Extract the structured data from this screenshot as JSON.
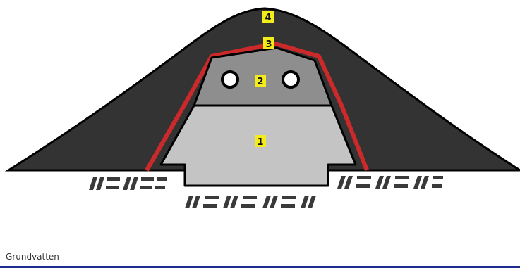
{
  "labels": {
    "layer_1": "1",
    "layer_2": "2",
    "layer_3": "3",
    "layer_4": "4"
  },
  "footer": {
    "groundwater_label": "Grundvatten"
  },
  "colors": {
    "outer_cover": "#333333",
    "liner_red": "#cc2a2a",
    "upper_chamber": "#8e8e8e",
    "lower_chamber": "#c4c4c4",
    "label_highlight": "#f3ec1a",
    "ground_hatch": "#3a3a3a",
    "footer_line": "#1e2a8c"
  },
  "icons": [
    "pipe-circle-left",
    "pipe-circle-right",
    "ground-hatch-symbol"
  ]
}
